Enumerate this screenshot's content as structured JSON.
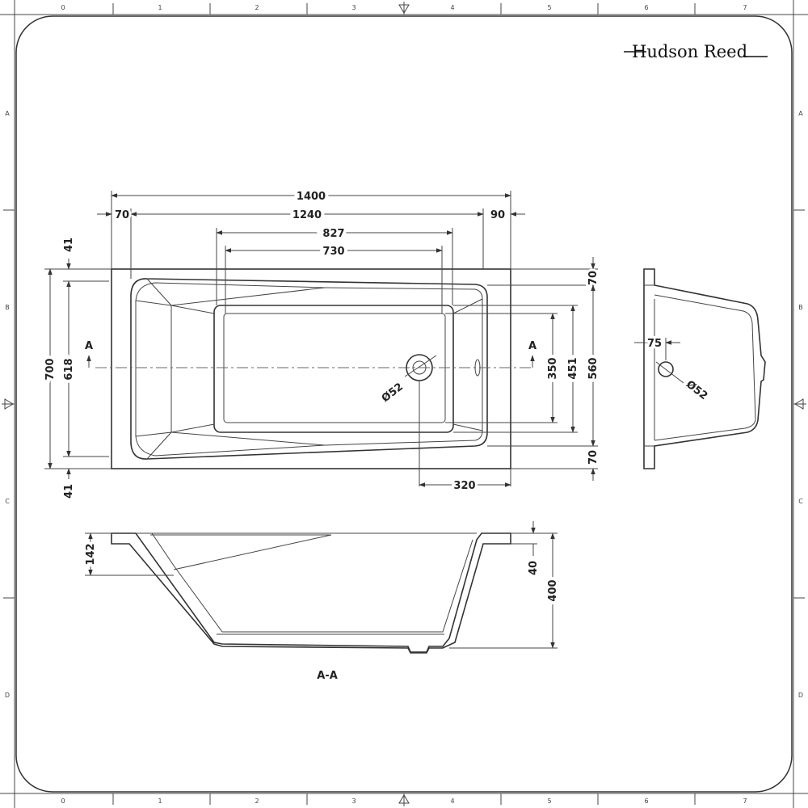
{
  "brand": {
    "name": "Hudson Reed"
  },
  "grid": {
    "columns": [
      "0",
      "1",
      "2",
      "3",
      "4",
      "5",
      "6",
      "7"
    ],
    "rows": [
      "A",
      "B",
      "C",
      "D"
    ]
  },
  "plan_view": {
    "overall_length": "1400",
    "left_rim": "70",
    "inner_length": "1240",
    "right_rim": "90",
    "floor_length_outer": "827",
    "floor_length_inner": "730",
    "overall_width": "700",
    "inner_width": "618",
    "rim_top_left": "41",
    "rim_bottom_left": "41",
    "rim_top_right": "70",
    "rim_bottom_right": "70",
    "floor_width_inner": "350",
    "floor_width_outer": "451",
    "bowl_width": "560",
    "waste_offset": "320",
    "waste_diameter": "Ø52",
    "section_marker_left": "A",
    "section_marker_right": "A"
  },
  "end_view": {
    "overflow_offset": "75",
    "overflow_diameter": "Ø52"
  },
  "section_view": {
    "label": "A-A",
    "step_height": "142",
    "rim_height": "40",
    "overall_height": "400"
  }
}
